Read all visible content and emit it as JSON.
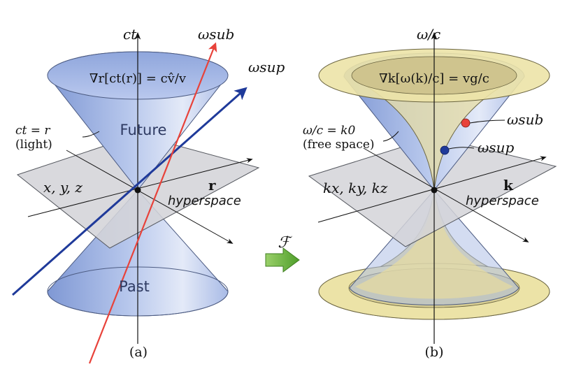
{
  "panel_a": {
    "caption": "(a)",
    "axis_label": "ct",
    "equation": "∇r[ct(r)] = cv̂/v",
    "cone_label_future": "Future",
    "cone_label_past": "Past",
    "light_label_line1": "ct = r",
    "light_label_line2": "(light)",
    "plane_coords": "x, y, z",
    "plane_vector": "r",
    "plane_hyperspace": "hyperspace",
    "ray_sub_label": "ωsub",
    "ray_sup_label": "ωsup"
  },
  "panel_b": {
    "caption": "(b)",
    "axis_label": "ω/c",
    "equation": "∇k[ω(k)/c] = vg/c",
    "free_label_line1": "ω/c = k0",
    "free_label_line2": "(free space)",
    "plane_coords": "kx, ky, kz",
    "plane_vector": "k",
    "plane_hyperspace": "hyperspace",
    "point_sub_label": "ωsub",
    "point_sup_label": "ωsup"
  },
  "transform": {
    "symbol": "ℱ"
  },
  "colors": {
    "cone_blue": "#aebfe6",
    "yellow": "#efe6a6",
    "ray_red": "#e8423a",
    "ray_blue": "#1f3a9a",
    "arrow_green": "#6cb33f",
    "plane_gray": "#d4d4d8"
  }
}
